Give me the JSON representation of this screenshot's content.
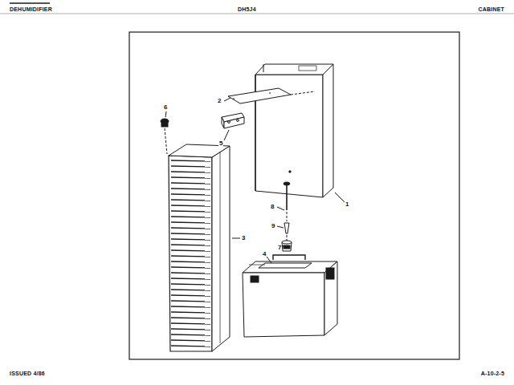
{
  "diagram": {
    "labels": [
      "DEHUMIDIFIER",
      "DH5J4",
      "CABINET",
      "6",
      "2",
      "5",
      "8",
      "1",
      "9",
      "3",
      "7",
      "4",
      "ISSUED 4/86",
      "A-10-2-5"
    ]
  }
}
